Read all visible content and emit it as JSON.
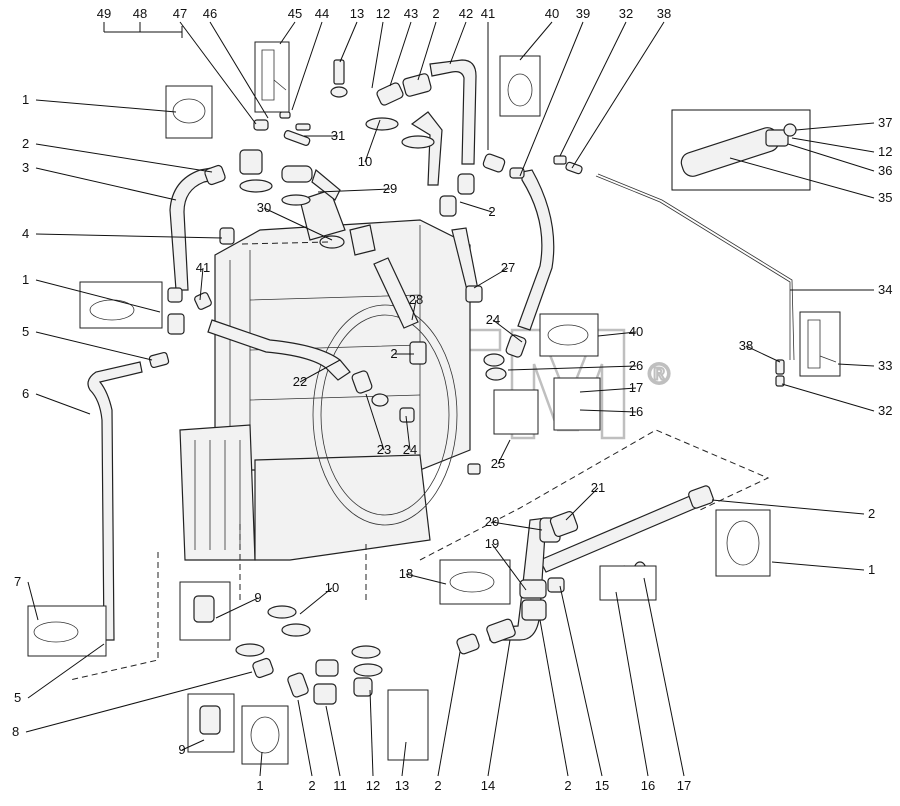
{
  "watermark": "®",
  "callouts": [
    {
      "text": "49"
    },
    {
      "text": "48"
    },
    {
      "text": "47"
    },
    {
      "text": "46"
    },
    {
      "text": "45"
    },
    {
      "text": "44"
    },
    {
      "text": "13"
    },
    {
      "text": "12"
    },
    {
      "text": "43"
    },
    {
      "text": "2"
    },
    {
      "text": "42"
    },
    {
      "text": "41"
    },
    {
      "text": "40"
    },
    {
      "text": "39"
    },
    {
      "text": "32"
    },
    {
      "text": "38"
    },
    {
      "text": "1"
    },
    {
      "text": "31"
    },
    {
      "text": "37"
    },
    {
      "text": "2"
    },
    {
      "text": "10"
    },
    {
      "text": "12"
    },
    {
      "text": "36"
    },
    {
      "text": "3"
    },
    {
      "text": "29"
    },
    {
      "text": "35"
    },
    {
      "text": "30"
    },
    {
      "text": "2"
    },
    {
      "text": "4"
    },
    {
      "text": "27"
    },
    {
      "text": "41"
    },
    {
      "text": "1"
    },
    {
      "text": "34"
    },
    {
      "text": "28"
    },
    {
      "text": "24"
    },
    {
      "text": "40"
    },
    {
      "text": "5"
    },
    {
      "text": "2"
    },
    {
      "text": "26"
    },
    {
      "text": "38"
    },
    {
      "text": "33"
    },
    {
      "text": "22"
    },
    {
      "text": "17"
    },
    {
      "text": "6"
    },
    {
      "text": "32"
    },
    {
      "text": "16"
    },
    {
      "text": "23"
    },
    {
      "text": "24"
    },
    {
      "text": "25"
    },
    {
      "text": "21"
    },
    {
      "text": "2"
    },
    {
      "text": "20"
    },
    {
      "text": "19"
    },
    {
      "text": "1"
    },
    {
      "text": "7"
    },
    {
      "text": "18"
    },
    {
      "text": "9"
    },
    {
      "text": "10"
    },
    {
      "text": "5"
    },
    {
      "text": "8"
    },
    {
      "text": "9"
    },
    {
      "text": "1"
    },
    {
      "text": "2"
    },
    {
      "text": "11"
    },
    {
      "text": "12"
    },
    {
      "text": "13"
    },
    {
      "text": "2"
    },
    {
      "text": "14"
    },
    {
      "text": "2"
    },
    {
      "text": "15"
    },
    {
      "text": "16"
    },
    {
      "text": "17"
    }
  ]
}
